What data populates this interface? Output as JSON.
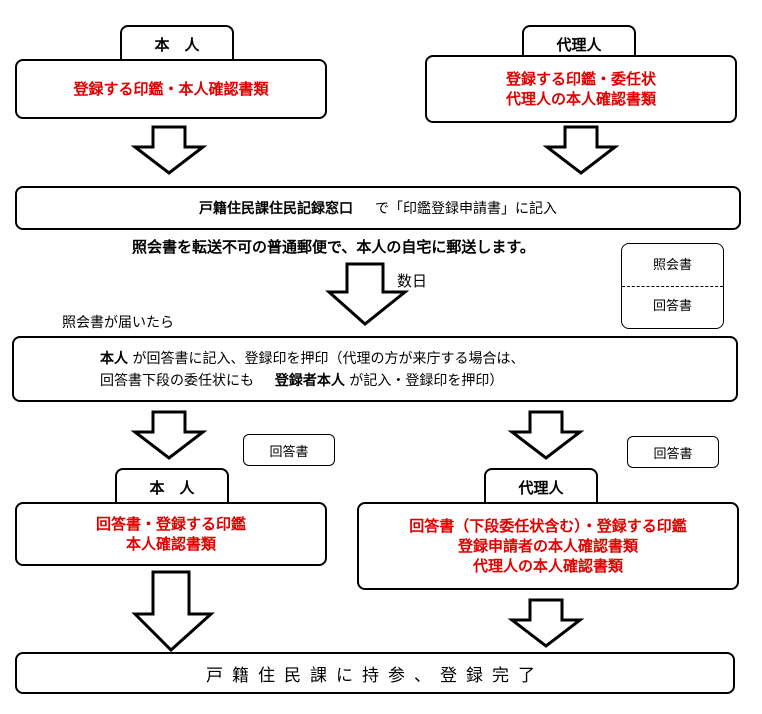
{
  "top": {
    "left_tab": "本　人",
    "left_box": "登録する印鑑・本人確認書類",
    "right_tab": "代理人",
    "right_box_line1": "登録する印鑑・委任状",
    "right_box_line2": "代理人の本人確認書類"
  },
  "step1": {
    "part1": "戸籍住民課住民記録窓口",
    "part2": "で「印鑑登録申請書」に記入"
  },
  "mail_notice": "照会書を転送不可の普通郵便で、本人の自宅に郵送します。",
  "days_label": "数日",
  "form_card": {
    "top": "照会書",
    "bottom": "回答書"
  },
  "received_label": "照会書が届いたら",
  "step2": {
    "l1_bold": "本人",
    "l1_rest": "が回答書に記入、登録印を押印（代理の方が来庁する場合は、",
    "l2_start": "回答書下段の委任状にも",
    "l2_bold": "登録者本人",
    "l2_end": "が記入・登録印を押印）"
  },
  "answer_tag_left": "回答書",
  "answer_tag_right": "回答書",
  "bottom": {
    "left_tab": "本　人",
    "left_box_line1": "回答書・登録する印鑑",
    "left_box_line2": "本人確認書類",
    "right_tab": "代理人",
    "right_box_line1": "回答書（下段委任状含む）・登録する印鑑",
    "right_box_line2": "登録申請者の本人確認書類",
    "right_box_line3": "代理人の本人確認書類"
  },
  "final": "戸籍住民課に持参、登録完了",
  "colors": {
    "accent_red": "#e00000",
    "stroke": "#000000"
  }
}
